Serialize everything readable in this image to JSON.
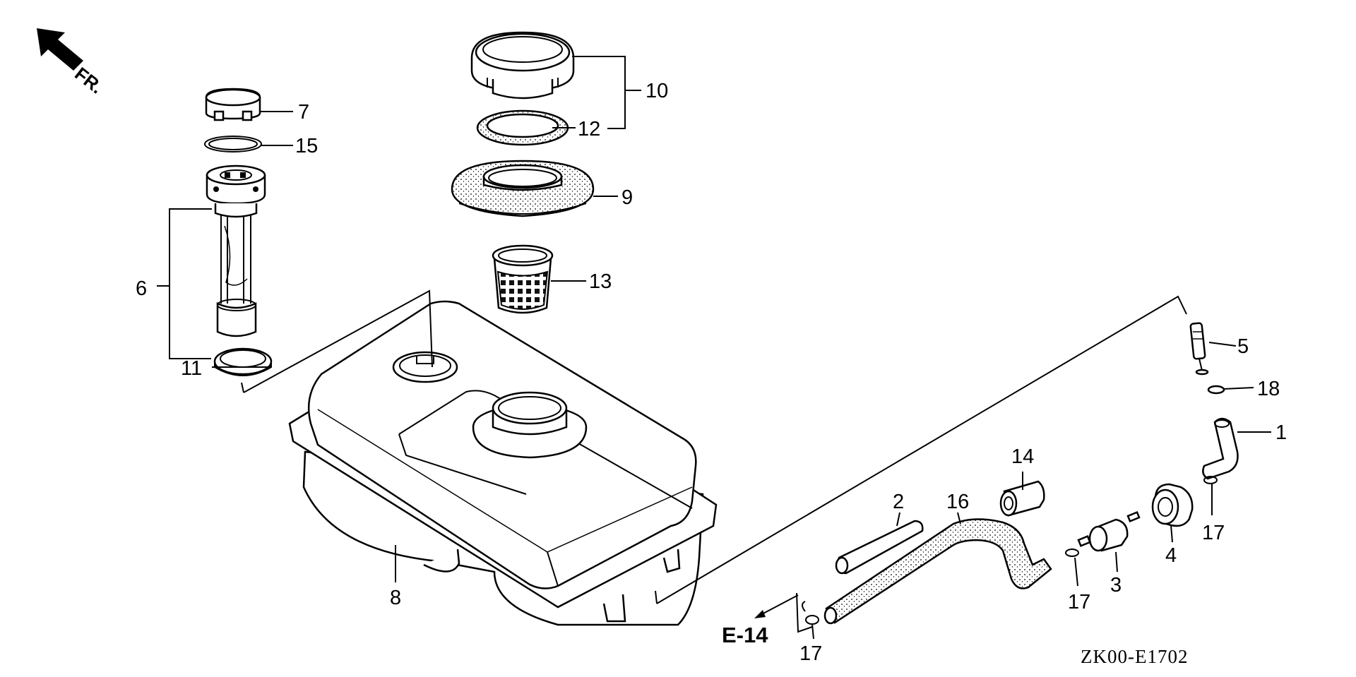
{
  "figure": {
    "direction_label": "FR.",
    "reference_label": "E-14",
    "figure_code": "ZK00-E1702"
  },
  "parts": [
    {
      "ref": "1"
    },
    {
      "ref": "2"
    },
    {
      "ref": "3"
    },
    {
      "ref": "4"
    },
    {
      "ref": "5"
    },
    {
      "ref": "6"
    },
    {
      "ref": "7"
    },
    {
      "ref": "8"
    },
    {
      "ref": "9"
    },
    {
      "ref": "10"
    },
    {
      "ref": "11"
    },
    {
      "ref": "12"
    },
    {
      "ref": "13"
    },
    {
      "ref": "14"
    },
    {
      "ref": "15"
    },
    {
      "ref": "16"
    },
    {
      "ref": "17"
    },
    {
      "ref": "18"
    }
  ],
  "icons": {
    "front_arrow": "front-direction-arrow-icon",
    "reference_arrow": "page-reference-arrow-icon"
  }
}
